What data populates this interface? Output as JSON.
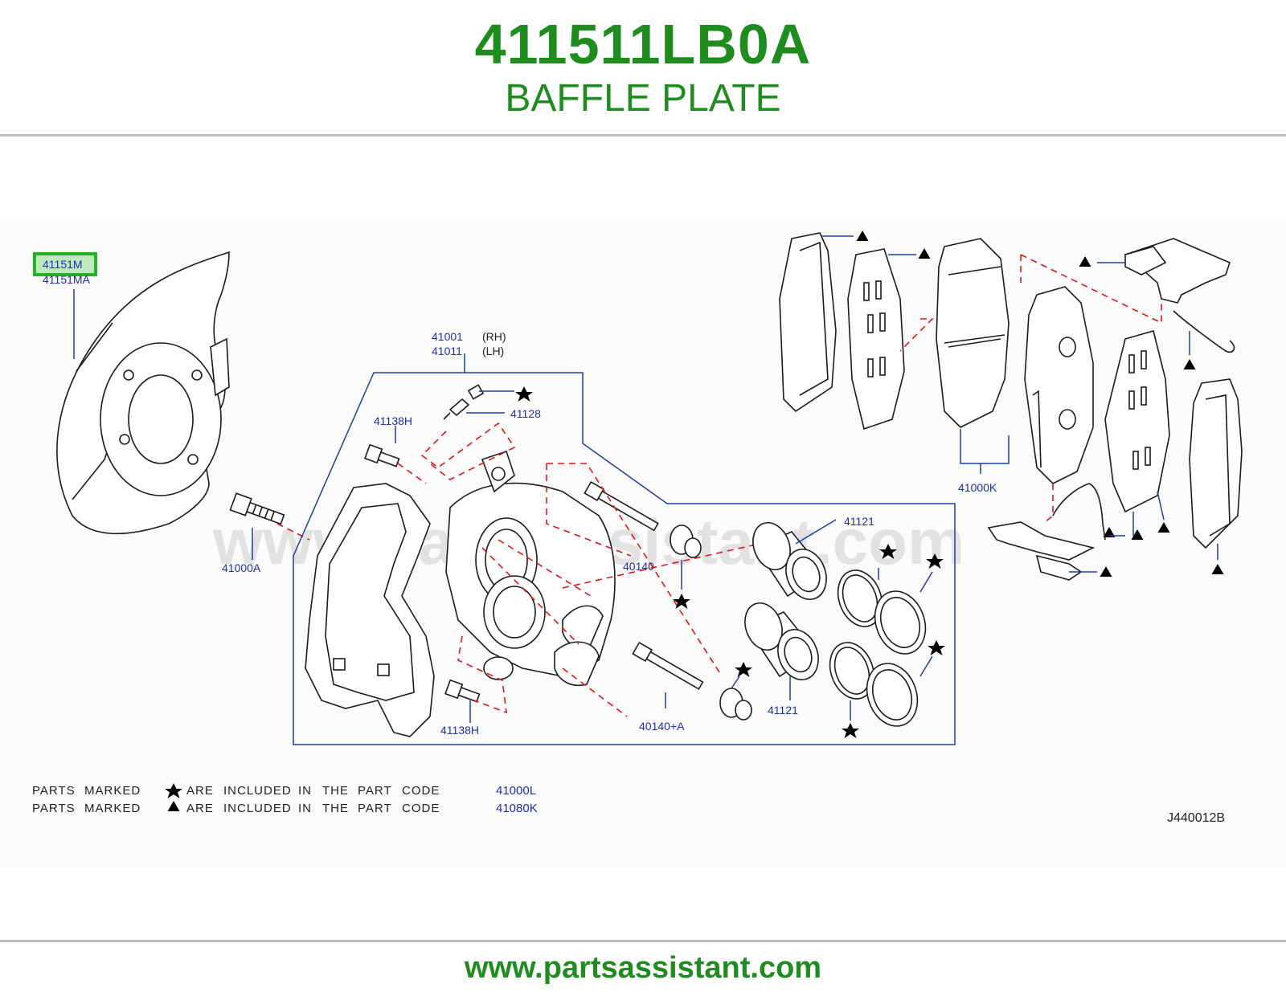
{
  "header": {
    "part_number": "411511LB0A",
    "part_name": "BAFFLE PLATE"
  },
  "diagram": {
    "watermark": "www.partsassistant.com",
    "labels": {
      "baffle_highlighted": "41151M",
      "baffle_alt": "41151MA",
      "bolt_41000A": "41000A",
      "caliper_rh_code": "41001",
      "caliper_rh_side": "(RH)",
      "caliper_lh_code": "41011",
      "caliper_lh_side": "(LH)",
      "bolt_41138H_top": "41138H",
      "bleeder_41128": "41128",
      "bolt_41138H_bottom": "41138H",
      "pin_40140": "40140",
      "pin_40140A": "40140+A",
      "piston_41121_top": "41121",
      "piston_41121_bottom": "41121",
      "pads_41000K": "41000K"
    },
    "highlight_color": "#22b422",
    "legend": [
      {
        "symbol": "star-icon",
        "text_1": "PARTS",
        "text_2": "MARKED",
        "text_3": "ARE",
        "text_4": "INCLUDED",
        "text_5": "IN",
        "text_6": "THE",
        "text_7": "PART",
        "text_8": "CODE",
        "code": "41000L"
      },
      {
        "symbol": "triangle-icon",
        "text_1": "PARTS",
        "text_2": "MARKED",
        "text_3": "ARE",
        "text_4": "INCLUDED",
        "text_5": "IN",
        "text_6": "THE",
        "text_7": "PART",
        "text_8": "CODE",
        "code": "41080K"
      }
    ],
    "drawing_id": "J440012B"
  },
  "footer": {
    "url": "www.partsassistant.com"
  },
  "colors": {
    "brand_green": "#1e8c1e",
    "label_blue": "#1f2fb0",
    "dash_red": "#e01818"
  }
}
